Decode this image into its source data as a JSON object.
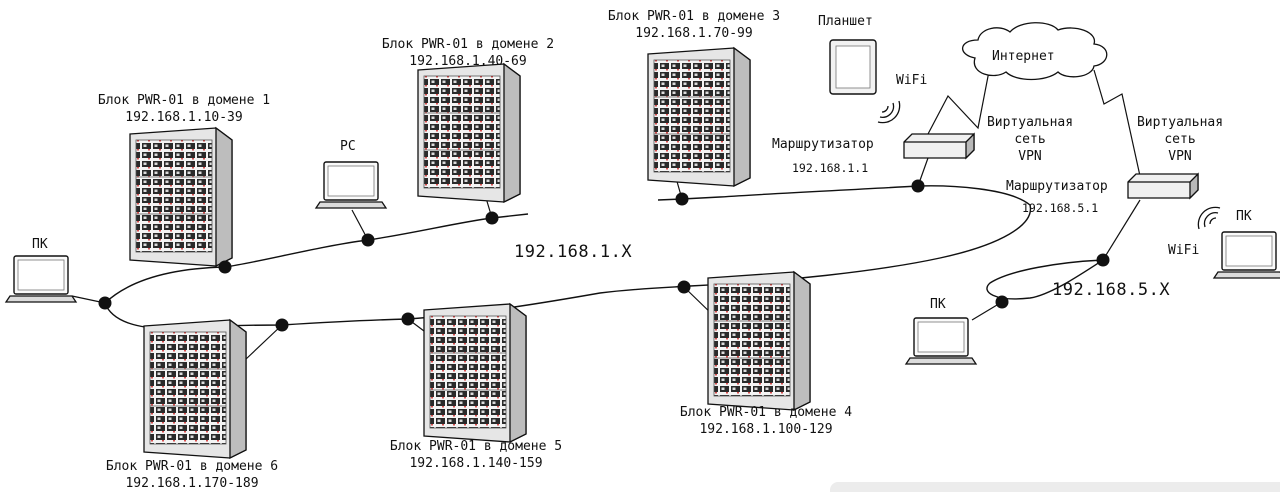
{
  "domains": [
    {
      "title": "Блок PWR-01 в домене 1",
      "range": "192.168.1.10-39"
    },
    {
      "title": "Блок PWR-01 в домене 2",
      "range": "192.168.1.40-69"
    },
    {
      "title": "Блок PWR-01 в домене 3",
      "range": "192.168.1.70-99"
    },
    {
      "title": "Блок PWR-01 в домене 4",
      "range": "192.168.1.100-129"
    },
    {
      "title": "Блок PWR-01 в домене 5",
      "range": "192.168.1.140-159"
    },
    {
      "title": "Блок PWR-01 в домене 6",
      "range": "192.168.1.170-189"
    }
  ],
  "devices": {
    "pc_left": "ПК",
    "pc_mid": "PC",
    "pc_right_bottom": "ПК",
    "pc_right_top": "ПК",
    "tablet": "Планшет",
    "wifi_tablet": "WiFi",
    "wifi_right": "WiFi",
    "internet": "Интернет"
  },
  "routers": {
    "router1": {
      "name": "Маршрутизатор",
      "ip": "192.168.1.1"
    },
    "router2": {
      "name": "Маршрутизатор",
      "ip": "192.168.5.1"
    }
  },
  "vpn": {
    "line1": "Виртуальная",
    "line2": "сеть",
    "line3": "VPN"
  },
  "networks": {
    "main": "192.168.1.X",
    "remote": "192.168.5.X"
  },
  "colors": {
    "line": "#111111",
    "node": "#111111",
    "rack_panel": "#f0f0f0",
    "rack_side": "#bfbfbf",
    "led_red": "#cc2222"
  }
}
